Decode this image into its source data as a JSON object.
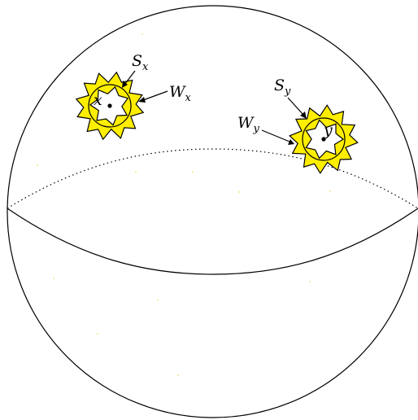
{
  "colors": {
    "stroke": "#000000",
    "star_fill": "#ffee00",
    "background": "#ffffff"
  },
  "regions": {
    "x": {
      "point_label": "x",
      "inner_label_base": "S",
      "inner_label_sub": "x",
      "outer_label_base": "W",
      "outer_label_sub": "x"
    },
    "y": {
      "point_label": "y",
      "inner_label_base": "S",
      "inner_label_sub": "y",
      "outer_label_base": "W",
      "outer_label_sub": "y"
    }
  }
}
